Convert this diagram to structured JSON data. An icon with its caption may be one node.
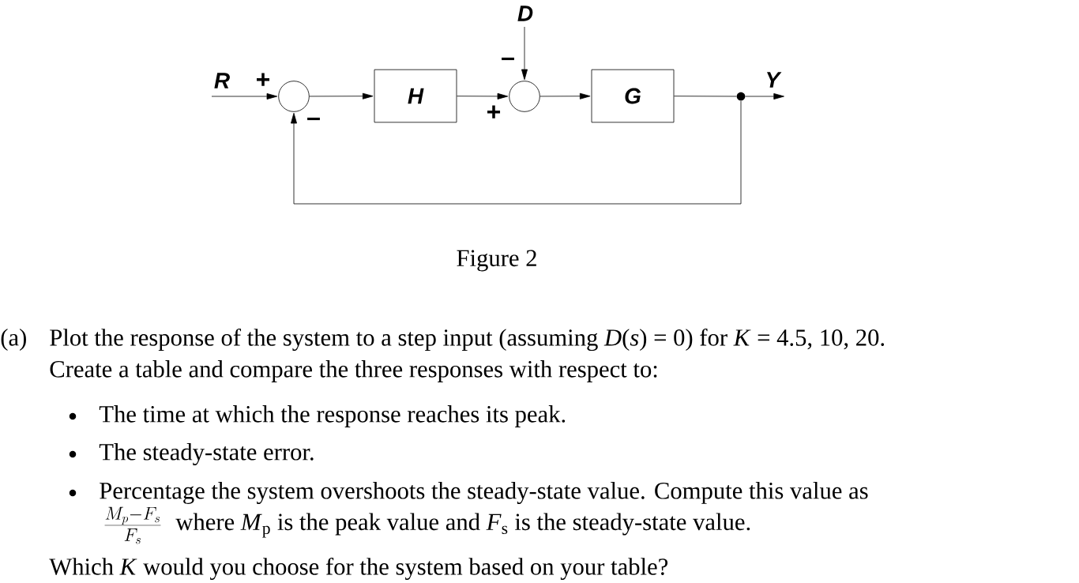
{
  "diagram": {
    "caption": "Figure 2",
    "nodes": [
      {
        "text": [],
        "shape": "circle"
      },
      {
        "text": [
          "H"
        ]
      },
      {
        "text": [],
        "shape": "circle"
      },
      {
        "text": [
          "G"
        ]
      },
      {
        "text": [],
        "shape": "circle"
      }
    ],
    "edges": [
      {
        "from": null,
        "to": 0,
        "arrow": "to",
        "label": "R"
      },
      {
        "from": 0,
        "to": 1,
        "arrow": "to"
      },
      {
        "from": 1,
        "to": 2,
        "arrow": "to"
      },
      {
        "from": null,
        "to": 2,
        "arrow": "to",
        "label": "D"
      },
      {
        "from": 2,
        "to": 3,
        "arrow": "to"
      },
      {
        "from": 3,
        "to": 4,
        "arrow": "none"
      },
      {
        "from": 4,
        "to": null,
        "arrow": "to",
        "label": "Y"
      },
      {
        "from": 4,
        "to": 0,
        "arrow": "to"
      }
    ],
    "labels": [
      "–",
      "+",
      "+",
      "–",
      "(a)",
      "Plot the response of the system to a step input (assuming *D*(*s*) = 0) for *K* = 4.5, 10, 20.",
      "Create a table and compare the three responses with respect to:",
      "The time at which the response reaches its peak.",
      "The steady-state error.",
      "Percentage the system overshoots the steady-state value. Compute this value as",
      "\\frac{M_p-F_s}{F_s}",
      "where *M*$_{p}$ is the peak value and *F*$_{s}$ is the steady-state value.",
      "Which *K* would you choose for the system based on your table?"
    ]
  }
}
